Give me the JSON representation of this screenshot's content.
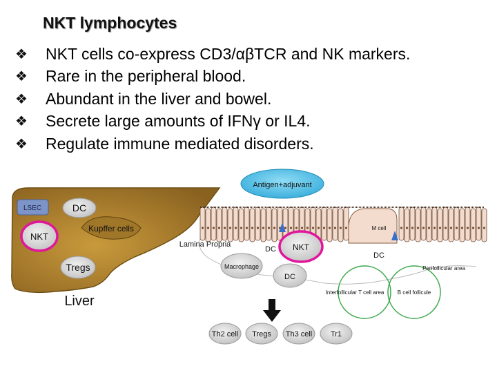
{
  "header": {
    "title": "NKT lymphocytes"
  },
  "bullets": [
    {
      "marker": "❖",
      "text": "NKT cells co-express CD3/αβTCR and NK markers."
    },
    {
      "marker": "❖",
      "text": "Rare in the peripheral blood."
    },
    {
      "marker": "❖",
      "text": "Abundant in the liver and bowel."
    },
    {
      "marker": "❖",
      "text": "Secrete large amounts of IFNγ or IL4."
    },
    {
      "marker": "❖",
      "text": "Regulate immune mediated disorders."
    }
  ],
  "liver": {
    "lsec": "LSEC",
    "dc": "DC",
    "nkt": "NKT",
    "kupffer": "Kupffer cells",
    "tregs": "Tregs",
    "title": "Liver"
  },
  "gut": {
    "antigen": "Antigen+adjuvant",
    "m_cell": "M cell",
    "lamina": "Lamina Propria",
    "dc_1": "DC",
    "nkt": "NKT",
    "dc_2": "DC",
    "macrophage": "Macrophage",
    "dc_3": "DC",
    "perifollicular": "Perifollicular area",
    "interfollicular": "Interfollicular T cell area",
    "b_follicle": "B cell follicule",
    "th2": "Th2 cell",
    "tregs": "Tregs",
    "th3": "Th3 cell",
    "tr1": "Tr1"
  },
  "colors": {
    "liver_fill": "#b5862d",
    "liver_dark": "#6e4e14",
    "lsec_fill": "#7d94c8",
    "nkt_ring": "#e0169b",
    "cell_fill": "#d9d9d9",
    "antigen_fill": "#55c3e8",
    "villus_fill": "#f3dccd",
    "ring_green": "#3aa84a",
    "dot_blue": "#3b6fc7"
  }
}
